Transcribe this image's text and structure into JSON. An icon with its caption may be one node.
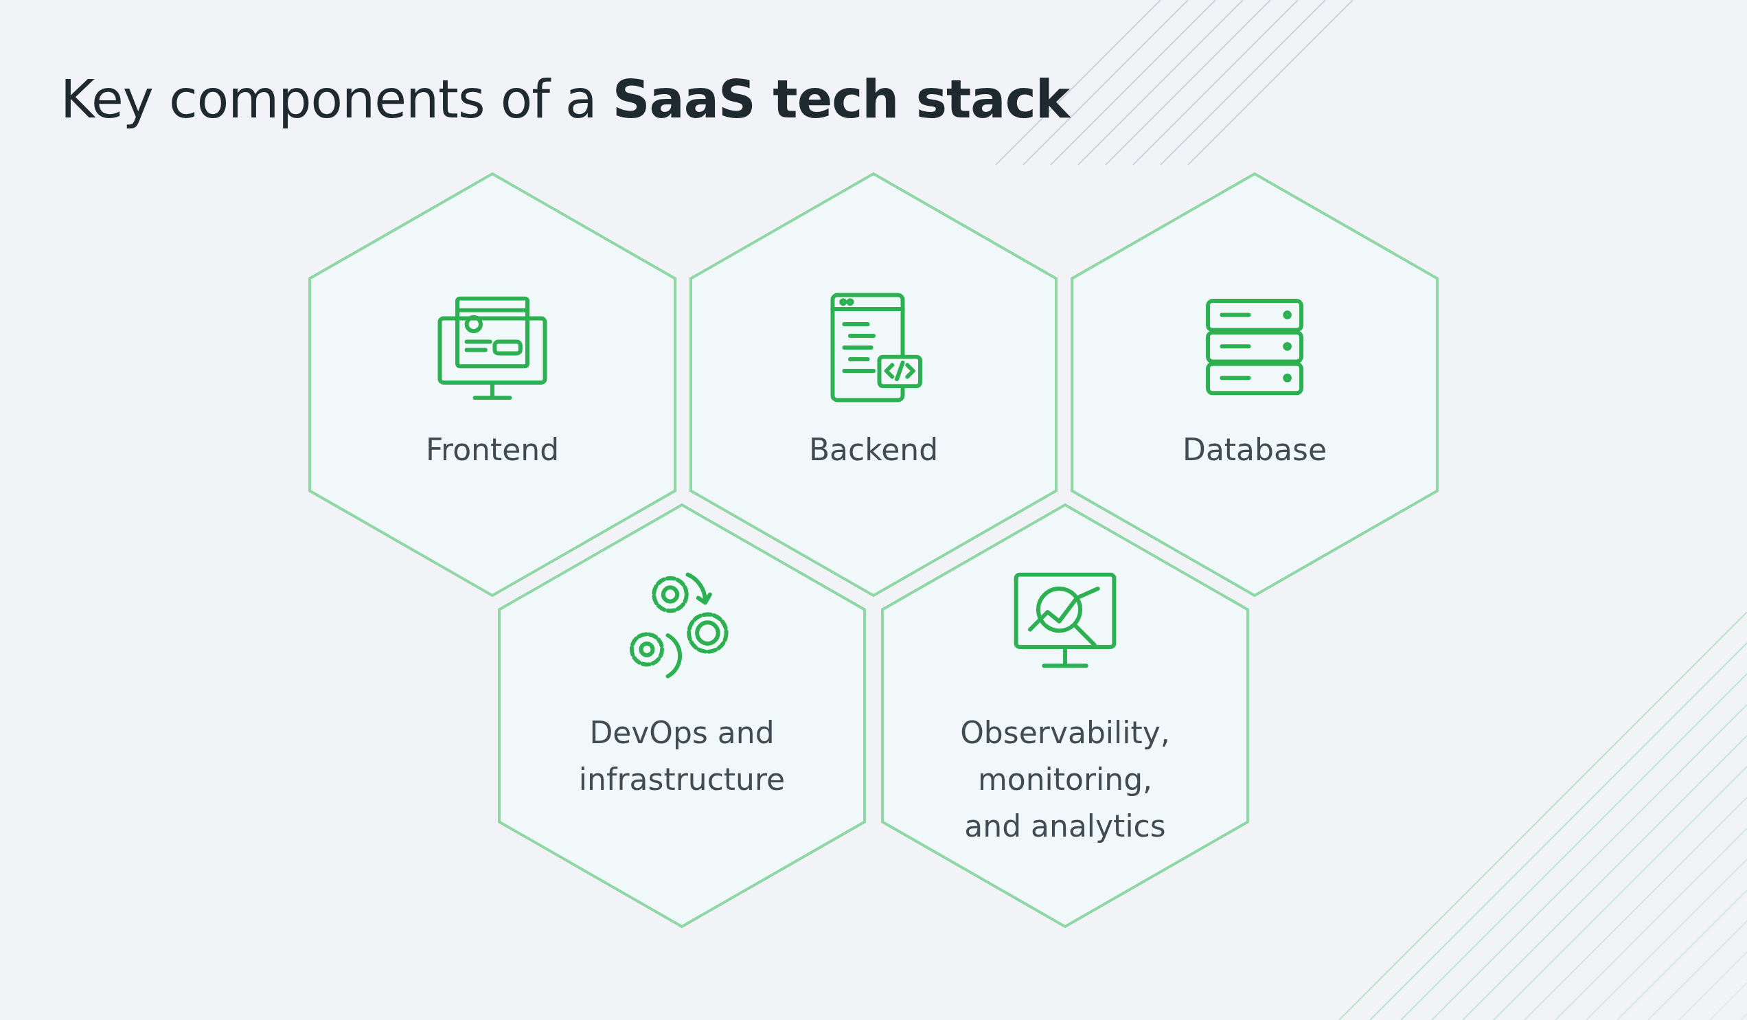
{
  "diagram": {
    "title": "Key components of a **SaaS tech stack**",
    "nodes": [
      {
        "text": [
          "Frontend"
        ]
      },
      {
        "text": [
          "Backend"
        ]
      },
      {
        "text": [
          "Database"
        ]
      },
      {
        "text": [
          "DevOps and infrastructure"
        ]
      },
      {
        "text": [
          "Observability, monitoring, and analytics"
        ]
      }
    ],
    "edges": []
  }
}
